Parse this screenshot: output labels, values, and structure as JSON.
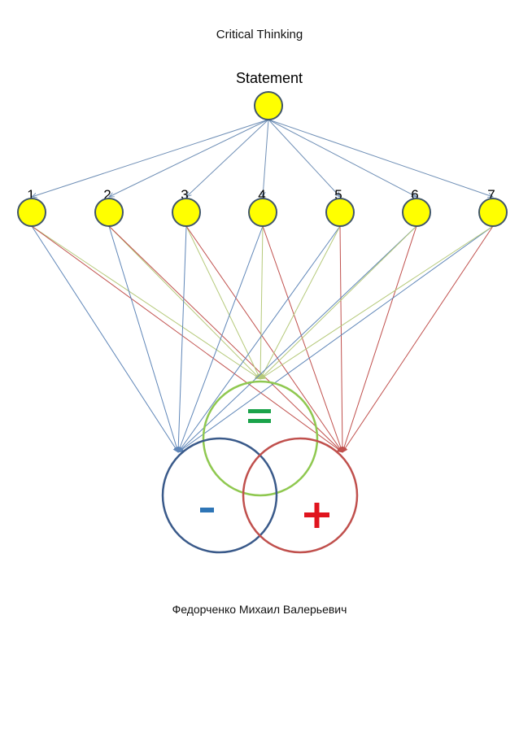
{
  "page": {
    "title": "Critical Thinking",
    "author": "Федорченко Михаил Валерьевич"
  },
  "diagram": {
    "root_label": "Statement",
    "node_labels": [
      "1",
      "2",
      "3",
      "4",
      "5",
      "6",
      "7"
    ],
    "targets": [
      {
        "key": "minus",
        "symbol": "-",
        "color": "#2e75b6"
      },
      {
        "key": "equal",
        "symbol": "=",
        "color": "#1aa34a"
      },
      {
        "key": "plus",
        "symbol": "+",
        "color": "#e0141e"
      }
    ],
    "colors": {
      "node_fill": "#ffff00",
      "node_stroke": "#40566b",
      "edge_root": "#6f8fb6",
      "edge_minus": "#5f86b8",
      "edge_equal": "#b5c97a",
      "edge_plus": "#c0504d",
      "circle_minus": "#3a5a8a",
      "circle_equal": "#8fc850",
      "circle_plus": "#c0504d"
    }
  }
}
